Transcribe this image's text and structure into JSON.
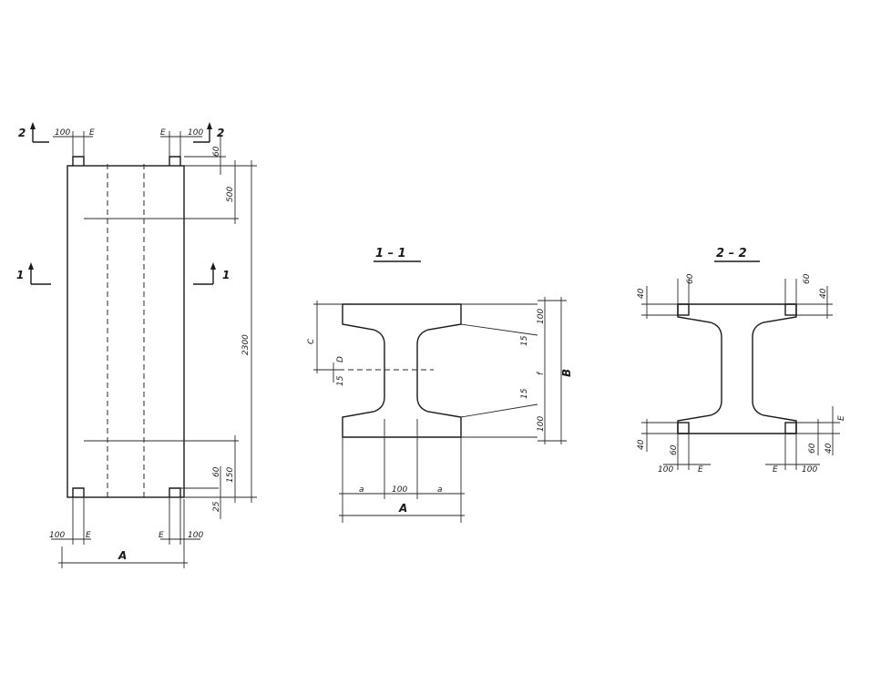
{
  "elevation": {
    "section_mark_1": "1",
    "section_mark_2": "2",
    "dim_top_100_left": "100",
    "dim_top_e_left": "E",
    "dim_top_e_right": "E",
    "dim_top_100_right": "100",
    "dim_right_60_top": "60",
    "dim_right_500": "500",
    "dim_right_total": "2300",
    "dim_right_60_bottom": "60",
    "dim_right_150": "150",
    "dim_right_25": "25",
    "dim_bottom_100_left": "100",
    "dim_bottom_e_left": "E",
    "dim_bottom_e_right": "E",
    "dim_bottom_100_right": "100",
    "dim_bottom_a": "A"
  },
  "section_1_1": {
    "title": "1 – 1",
    "dim_c": "C",
    "dim_d": "D",
    "dim_15_top": "15",
    "dim_a_left": "a",
    "dim_100": "100",
    "dim_a_right": "a",
    "dim_a_total": "A",
    "dim_b": "B",
    "dim_100_top": "100",
    "dim_15_upper": "15",
    "dim_f": "f",
    "dim_15_lower": "15",
    "dim_100_bottom": "100"
  },
  "section_2_2": {
    "title": "2 – 2",
    "dim_60_tl": "60",
    "dim_60_tr": "60",
    "dim_40_l": "40",
    "dim_40_r": "40",
    "dim_40_bl": "40",
    "dim_60_bl": "60",
    "dim_100_bl": "100",
    "dim_e_bl": "E",
    "dim_e_br": "E",
    "dim_100_br": "100",
    "dim_60_br": "60",
    "dim_40_br": "40",
    "dim_e_side": "E"
  }
}
